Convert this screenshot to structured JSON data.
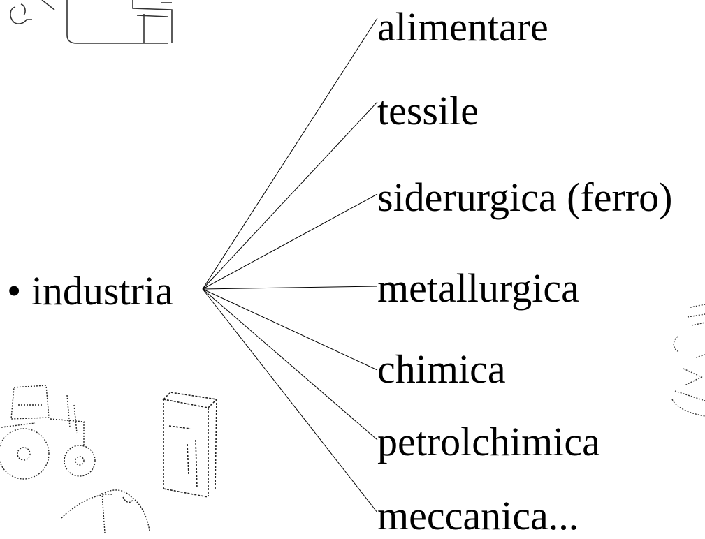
{
  "diagram": {
    "root": {
      "bullet": "•",
      "label": "industria"
    },
    "branches": [
      {
        "label": "alimentare"
      },
      {
        "label": "tessile"
      },
      {
        "label": "siderurgica (ferro)"
      },
      {
        "label": "metallurgica"
      },
      {
        "label": "chimica"
      },
      {
        "label": "petrolchimica"
      },
      {
        "label": "meccanica..."
      }
    ],
    "line_color": "#000000"
  },
  "clipart": [
    {
      "icon": "wrench-and-box-icon"
    },
    {
      "icon": "tractor-icon"
    },
    {
      "icon": "appliance-box-icon"
    },
    {
      "icon": "robot-arm-icon"
    }
  ]
}
